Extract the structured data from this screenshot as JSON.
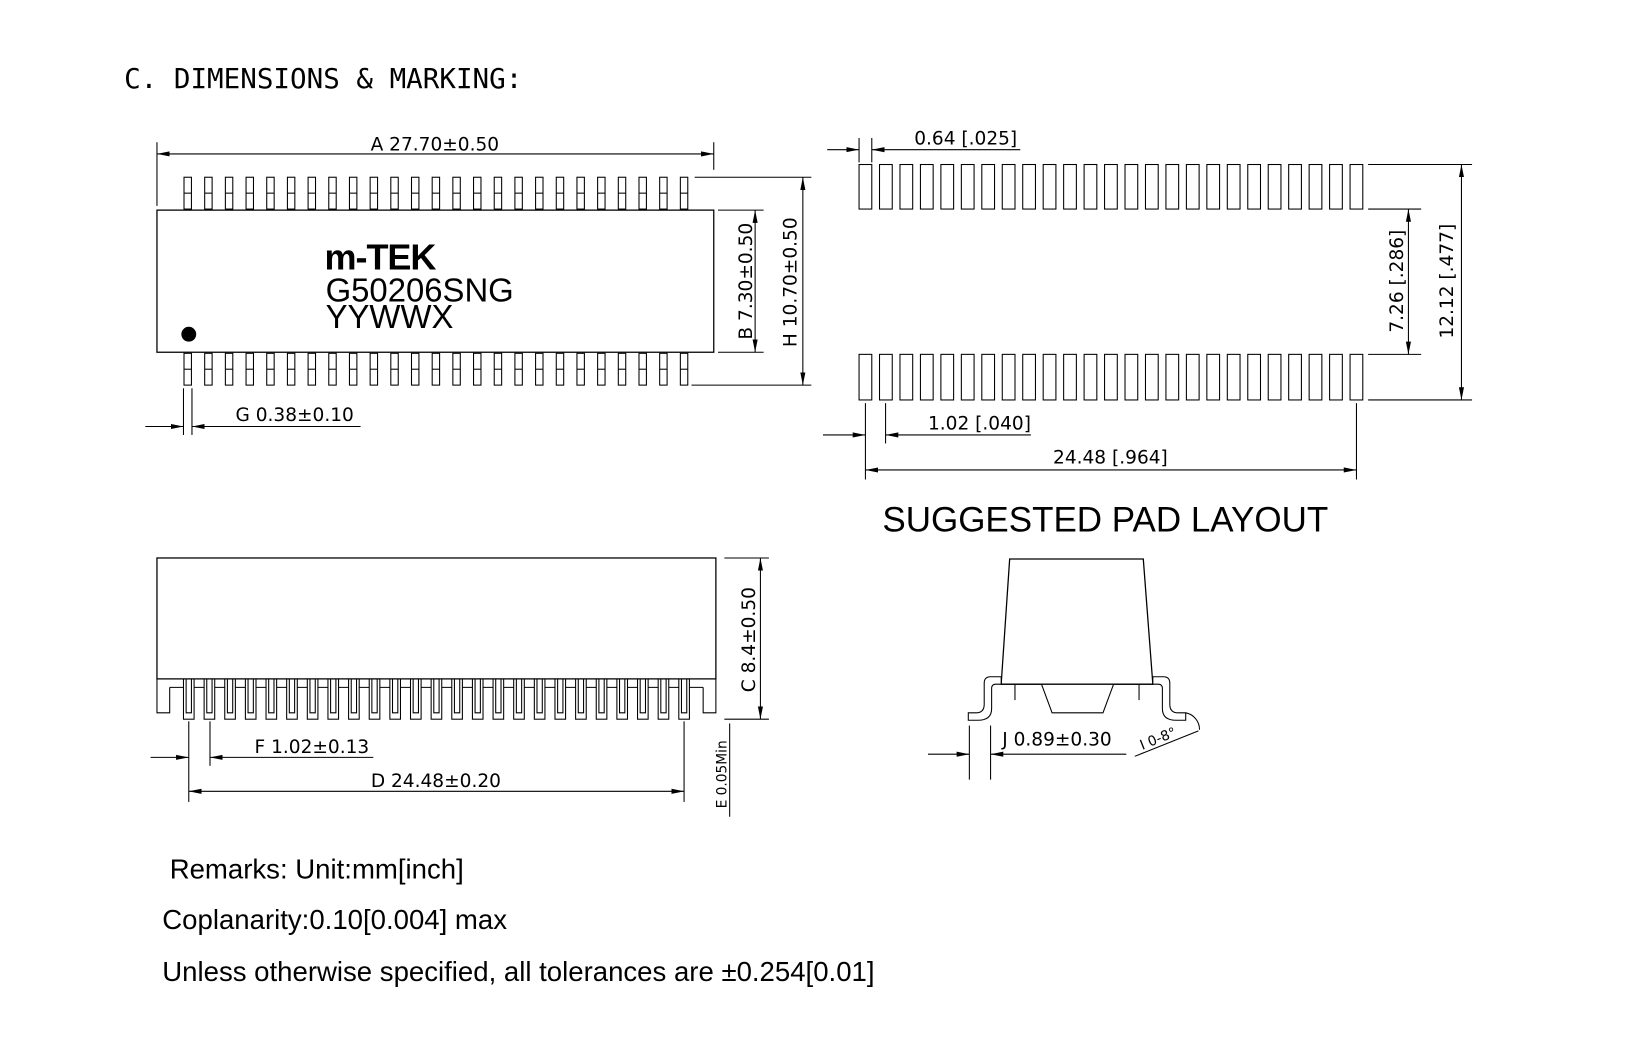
{
  "title": "C. DIMENSIONS & MARKING:",
  "top_view": {
    "dim_a": "A 27.70±0.50",
    "dim_b": "B 7.30±0.50",
    "dim_h": "H 10.70±0.50",
    "dim_g": "G 0.38±0.10",
    "logo": "m-TEK",
    "part_number": "G50206SNG",
    "date_code": "YYWWX"
  },
  "pad_layout": {
    "dim_pad_width": "0.64 [.025]",
    "dim_inner_span": "7.26 [.286]",
    "dim_outer_span": "12.12 [.477]",
    "dim_pitch": "1.02 [.040]",
    "dim_row_length": "24.48 [.964]",
    "caption": "SUGGESTED PAD LAYOUT"
  },
  "side_view": {
    "dim_c": "C 8.4±0.50",
    "dim_e": "E 0.05Min",
    "dim_f": "F 1.02±0.13",
    "dim_d": "D 24.48±0.20"
  },
  "profile_view": {
    "dim_j": "J 0.89±0.30",
    "angle": "I 0-8°"
  },
  "remarks": [
    "Remarks: Unit:mm[inch]",
    "Coplanarity:0.10[0.004] max",
    "Unless otherwise specified, all tolerances are ±0.254[0.01]"
  ]
}
